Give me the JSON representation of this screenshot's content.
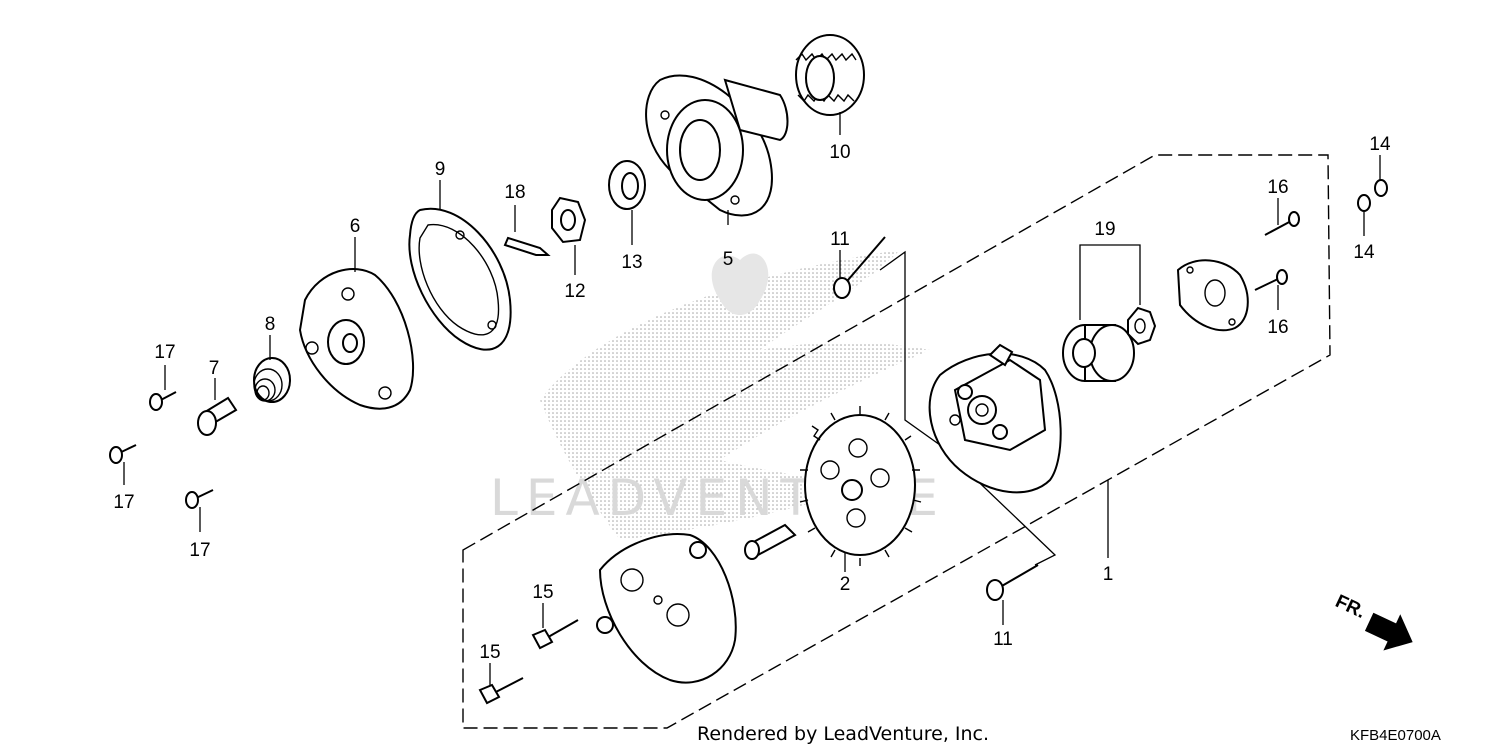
{
  "diagram": {
    "callouts": {
      "c1": "1",
      "c2": "2",
      "c5": "5",
      "c6": "6",
      "c7": "7",
      "c8": "8",
      "c9": "9",
      "c10": "10",
      "c11a": "11",
      "c11b": "11",
      "c12": "12",
      "c13": "13",
      "c14a": "14",
      "c14b": "14",
      "c15a": "15",
      "c15b": "15",
      "c16a": "16",
      "c16b": "16",
      "c17a": "17",
      "c17b": "17",
      "c17c": "17",
      "c18": "18",
      "c19": "19"
    },
    "watermark": "LEADVENTURE",
    "footer_text": "Rendered by LeadVenture, Inc.",
    "diagram_code": "KFB4E0700A",
    "direction_label": "FR."
  }
}
